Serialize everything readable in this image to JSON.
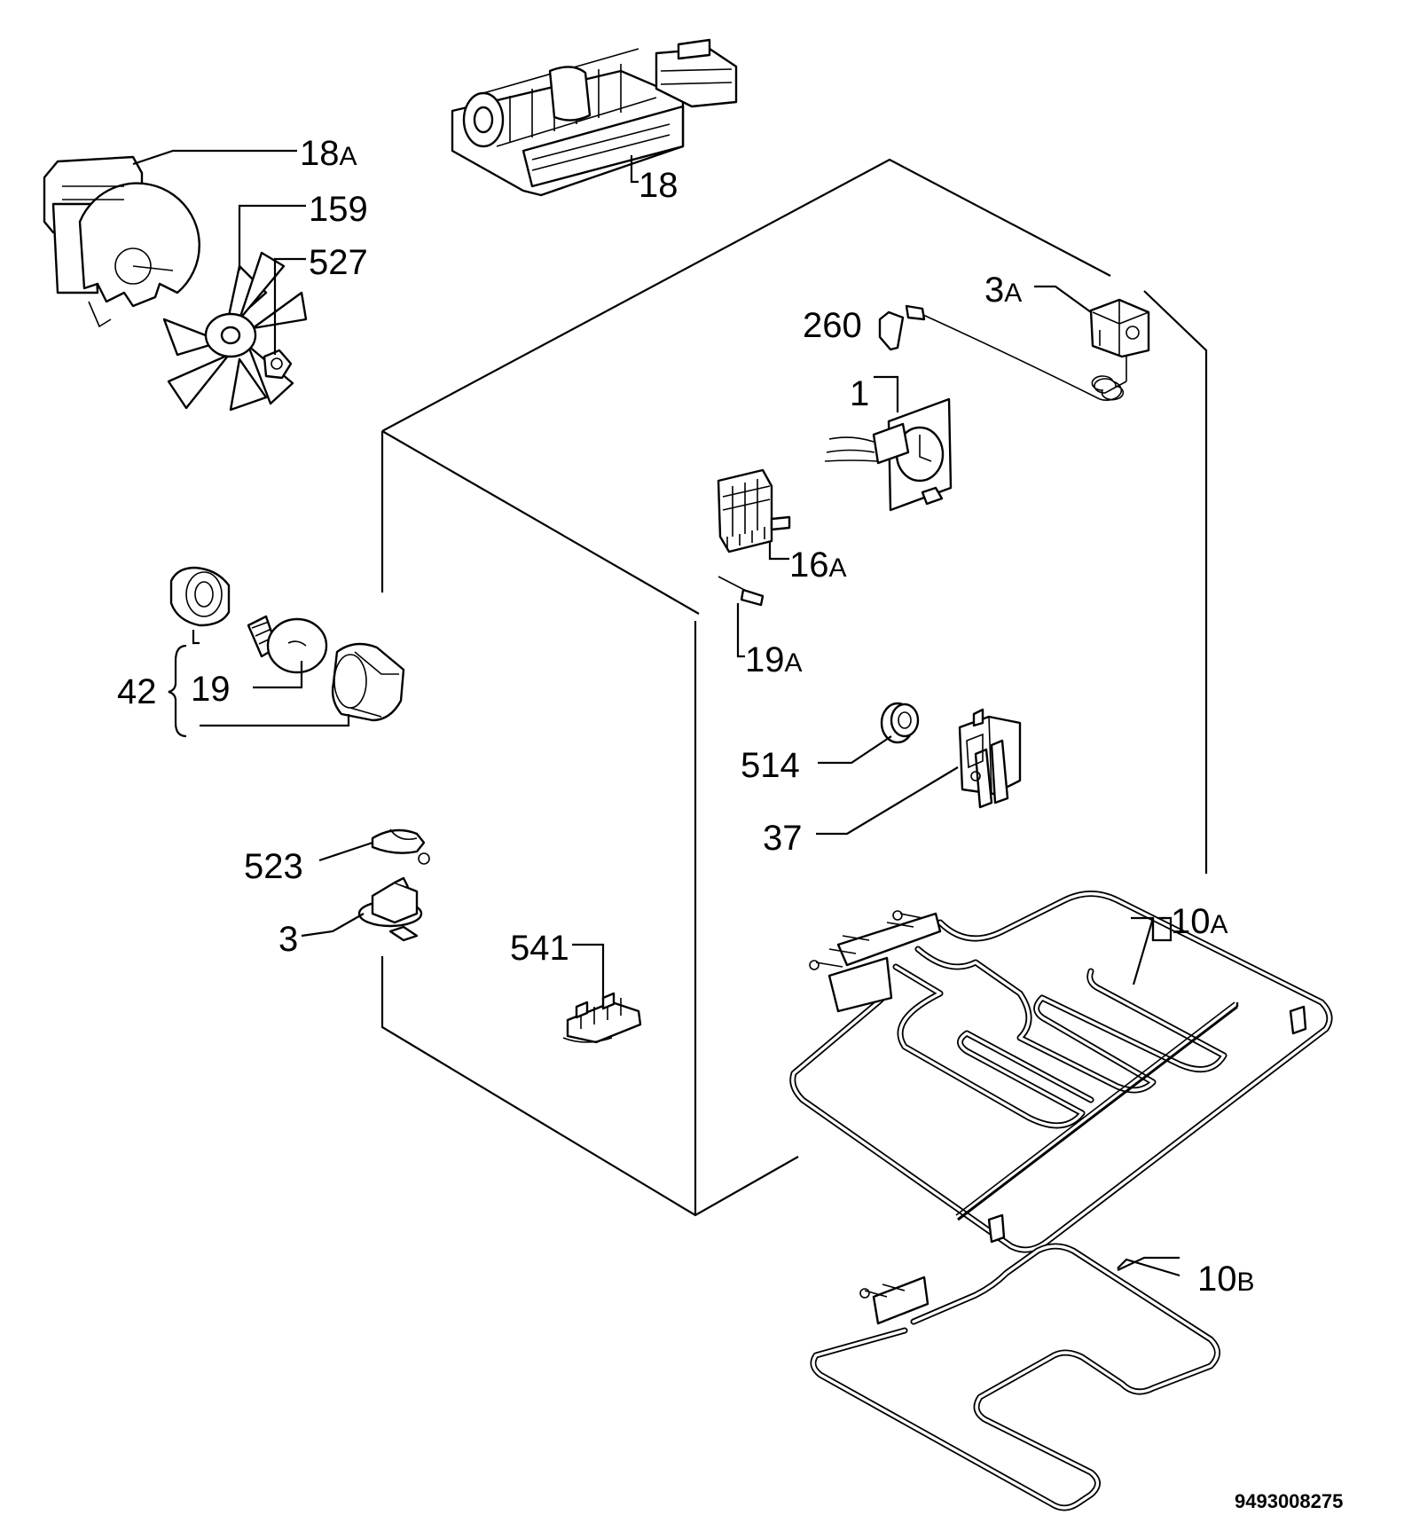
{
  "labels": {
    "18A": {
      "num": "18",
      "suf": "A"
    },
    "159": {
      "num": "159"
    },
    "527": {
      "num": "527"
    },
    "18": {
      "num": "18"
    },
    "3A": {
      "num": "3",
      "suf": "A"
    },
    "260": {
      "num": "260"
    },
    "1": {
      "num": "1"
    },
    "16A": {
      "num": "16",
      "suf": "A"
    },
    "19A": {
      "num": "19",
      "suf": "A"
    },
    "42": {
      "num": "42"
    },
    "19": {
      "num": "19"
    },
    "514": {
      "num": "514"
    },
    "37": {
      "num": "37"
    },
    "523": {
      "num": "523"
    },
    "3": {
      "num": "3"
    },
    "541": {
      "num": "541"
    },
    "10A": {
      "num": "10",
      "suf": "A"
    },
    "10B": {
      "num": "10",
      "suf": "B"
    }
  },
  "drawing_code": "9493008275"
}
